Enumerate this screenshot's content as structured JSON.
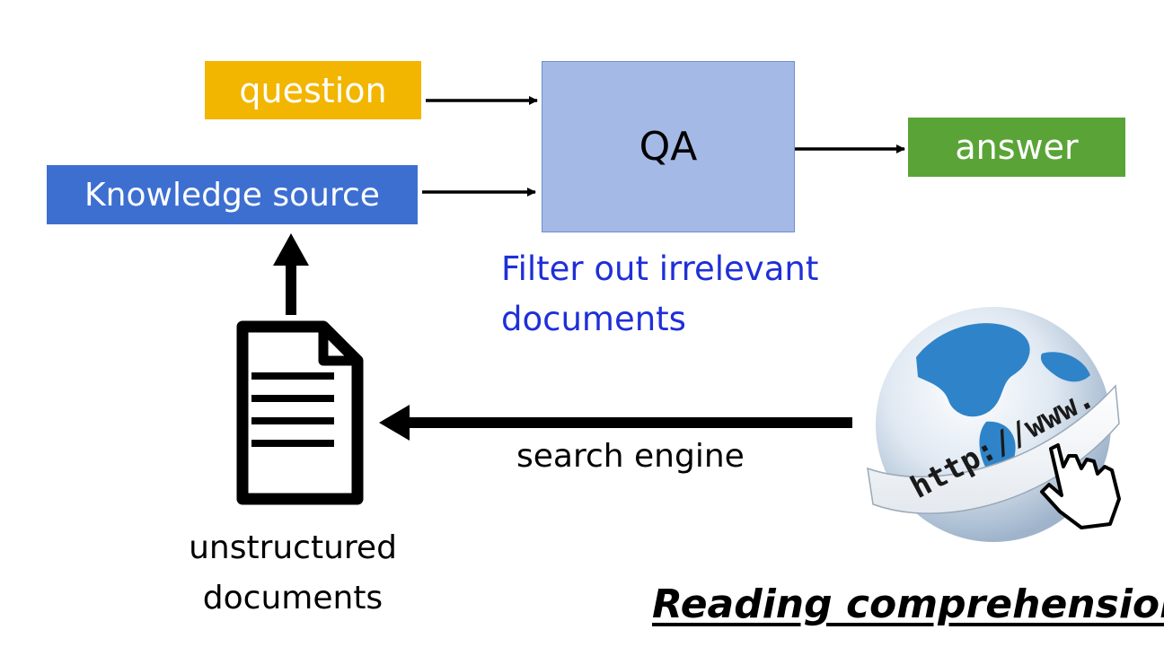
{
  "nodes": {
    "question": "question",
    "knowledge_source": "Knowledge source",
    "qa": "QA",
    "answer": "answer"
  },
  "annotations": {
    "filter_line1": "Filter out irrelevant",
    "filter_line2": "documents",
    "search_engine": "search engine",
    "unstructured_line1": "unstructured",
    "unstructured_line2": "documents"
  },
  "globe": {
    "url_text": "http://www."
  },
  "footer": {
    "title": "Reading comprehension"
  },
  "colors": {
    "question": "#f2b500",
    "knowledge_source": "#3d6fd1",
    "qa": "#a5b9e6",
    "answer": "#5aa437",
    "filter_text": "#1f2fd8"
  }
}
